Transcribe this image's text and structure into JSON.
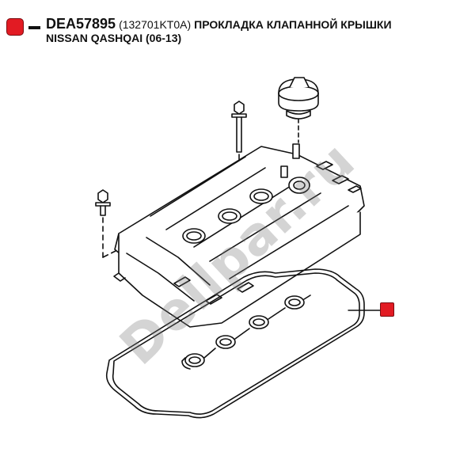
{
  "header": {
    "part_number": "DEA57895",
    "oem_ref": "(132701KT0A)",
    "description": "ПРОКЛАДКА КЛАПАННОЙ КРЫШКИ",
    "model": "NISSAN QASHQAI (06-13)"
  },
  "watermark": "Dellpar.ru",
  "colors": {
    "marker": "#e21b23",
    "line": "#111111"
  }
}
